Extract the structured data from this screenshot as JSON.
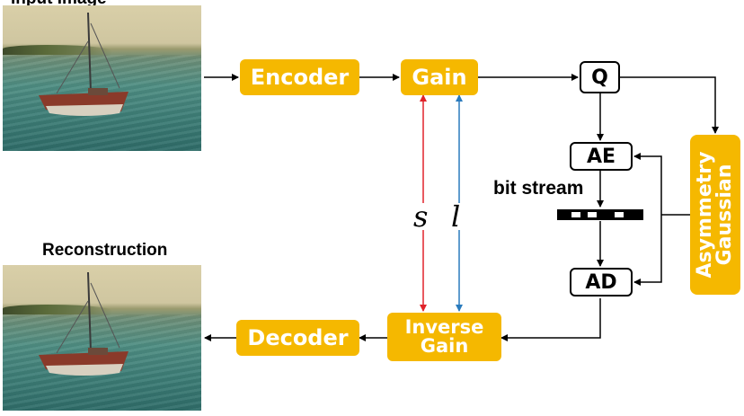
{
  "labels": {
    "input_image_heading": "Input Image",
    "reconstruction_heading": "Reconstruction"
  },
  "blocks": {
    "encoder": "Encoder",
    "gain": "Gain",
    "quantizer": "Q",
    "ae": "AE",
    "ad": "AD",
    "inverse_gain_line1": "Inverse",
    "inverse_gain_line2": "Gain",
    "decoder": "Decoder",
    "gaussian_line1": "Asymmetry",
    "gaussian_line2": "Gaussian"
  },
  "annotations": {
    "bit_stream": "bit stream",
    "scale_symbol": "s",
    "level_symbol": "l"
  },
  "colors": {
    "block_fill": "#f5b800",
    "scale_arrow": "#e0232a",
    "level_arrow": "#2a7bbd"
  },
  "icons": {
    "input_image": "sailboat-photo",
    "output_image": "sailboat-photo",
    "bitstream": "bitstream-bar"
  }
}
